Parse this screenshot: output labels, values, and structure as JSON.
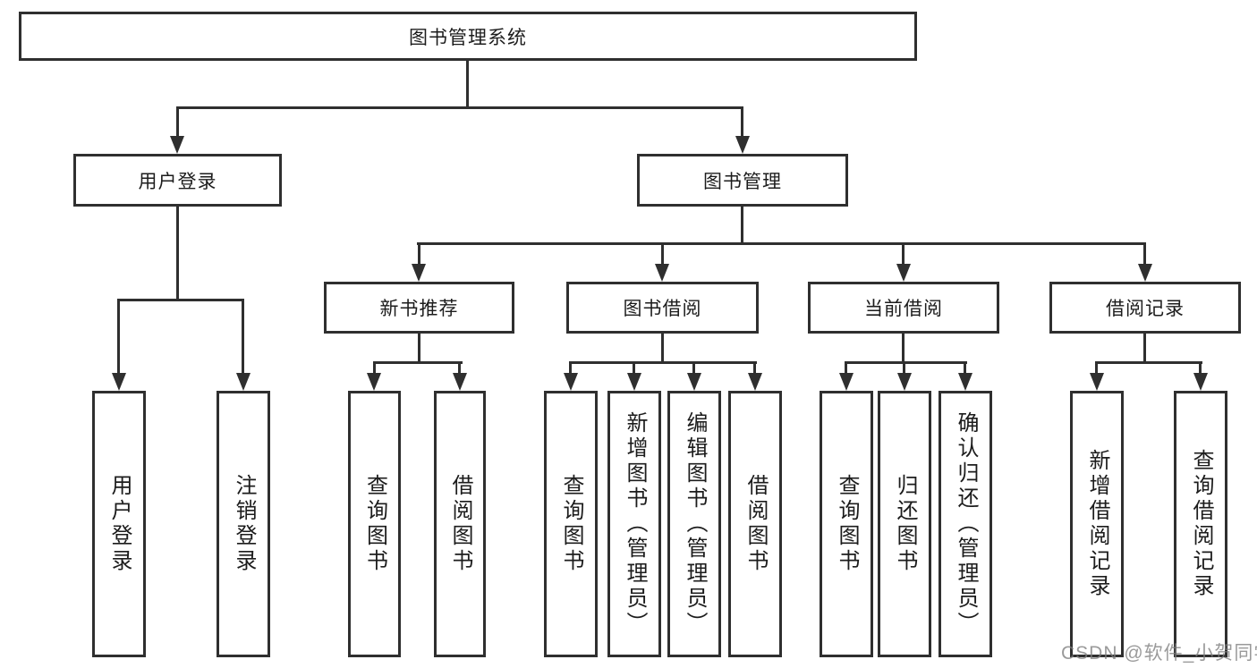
{
  "tree": {
    "root": "图书管理系统",
    "branches": [
      {
        "label": "用户登录",
        "children": [
          "用户登录",
          "注销登录"
        ]
      },
      {
        "label": "图书管理",
        "groups": [
          {
            "label": "新书推荐",
            "children": [
              "查询图书",
              "借阅图书"
            ]
          },
          {
            "label": "图书借阅",
            "children": [
              "查询图书",
              "新增图书（管理员）",
              "编辑图书（管理员）",
              "借阅图书"
            ]
          },
          {
            "label": "当前借阅",
            "children": [
              "查询图书",
              "归还图书",
              "确认归还（管理员）"
            ]
          },
          {
            "label": "借阅记录",
            "children": [
              "新增借阅记录",
              "查询借阅记录"
            ]
          }
        ]
      }
    ]
  },
  "watermark": {
    "text": "CSDN @软件_小贺同学"
  },
  "colors": {
    "line": "#2f2f2f",
    "text": "#1c1c1c",
    "background": "#ffffff",
    "watermark": "#7d7d7d"
  }
}
